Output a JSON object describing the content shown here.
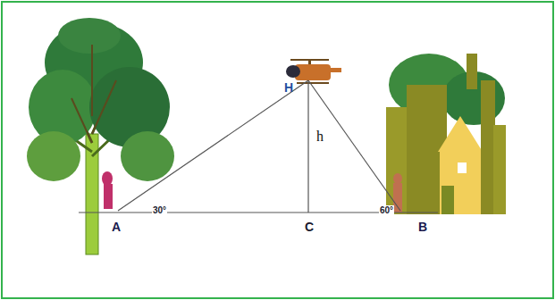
{
  "diagram": {
    "labels": [
      "H",
      "h",
      "A",
      "30°",
      "C",
      "60°",
      "B"
    ]
  }
}
